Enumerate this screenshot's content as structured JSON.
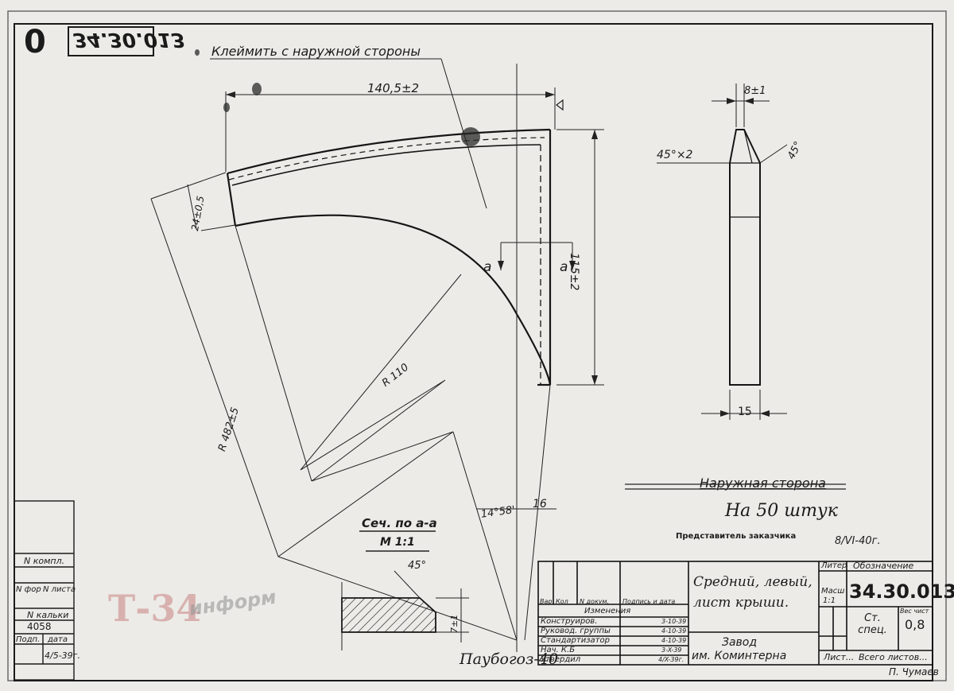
{
  "header": {
    "format_mark": "0",
    "stamp_number": "34.30.013",
    "stamp_label": "Клеймить с наружной стороны"
  },
  "dimensions": {
    "width_140": "140,5±2",
    "height_115": "115±2",
    "width_24": "24±0,5",
    "radius_482": "R 482±5",
    "radius_110": "R 110",
    "angle_14": "14°58'",
    "dim_16": "16",
    "thickness_8": "8±1",
    "chamfer_45x2": "45°×2",
    "angle_45": "45°",
    "width_15": "15",
    "section_a_left": "a",
    "section_a_right": "a",
    "section_45": "45°",
    "section_7": "7±1"
  },
  "section": {
    "title": "Сеч. по а-а",
    "scale": "М 1:1"
  },
  "notes": {
    "outer_side": "Наружная сторона",
    "quantity": "На 50 штук",
    "representative": "Представитель заказчика",
    "rep_date": "8/VI-40г.",
    "signature_bottom": "Паубогоз-40"
  },
  "left_strip": {
    "komp_label": "N компл.",
    "form_label": "N фор",
    "sheet_label": "N листа",
    "kalka_label": "N кальки",
    "kalka_value": "4058",
    "sign_label": "Подп.",
    "date_label": "дата",
    "date_value": "4/5-39г."
  },
  "title_block": {
    "col_headers": [
      "Вар",
      "Кол",
      "N докум.",
      "Подпись и дата"
    ],
    "changes": "Изменения",
    "roles": [
      {
        "role": "Конструиров.",
        "date": "3-10-39"
      },
      {
        "role": "Руковод. группы",
        "date": "4-10-39"
      },
      {
        "role": "Стандартизатор",
        "date": "4-10-39"
      },
      {
        "role": "Нач. К.Б",
        "date": "3-X-39"
      },
      {
        "role": "Утвердил",
        "date": "4/X-39г."
      }
    ],
    "part_name_1": "Средний, левый,",
    "part_name_2": "лист крыши.",
    "plant_1": "Завод",
    "plant_2": "им. Коминтерна",
    "litera_label": "Литер",
    "designation_label": "Обозначение",
    "designation": "34.30.013",
    "scale_label": "Масш",
    "scale_value": "1:1",
    "material": "Ст. спец.",
    "weight_label": "Вес чист",
    "weight": "0,8",
    "sheet_label": "Лист...",
    "sheets_total": "Всего листов...",
    "copied": "П. Чумаев"
  },
  "watermark": {
    "brand": "Т-34",
    "sub": "информ"
  }
}
